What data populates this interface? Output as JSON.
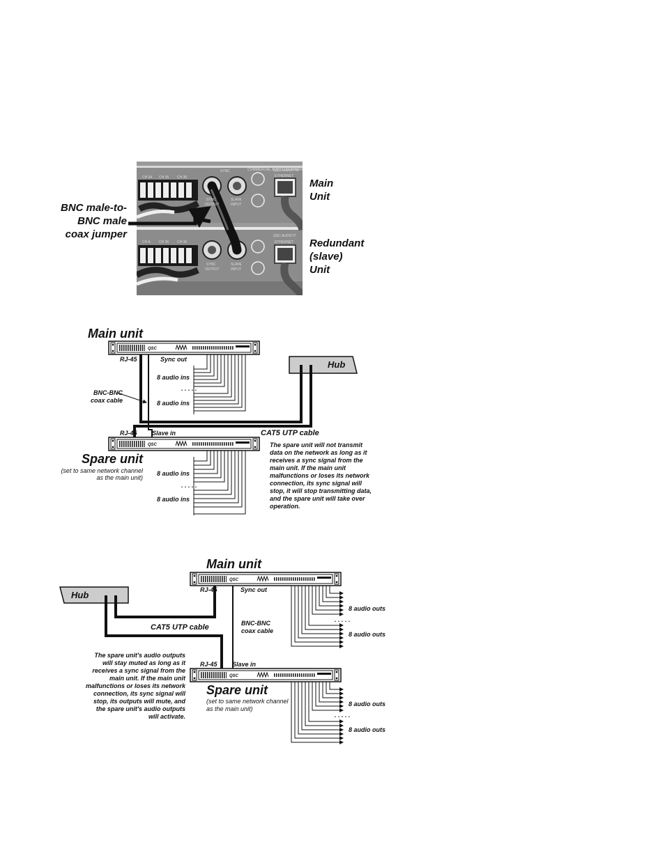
{
  "photo": {
    "callout_jumper": [
      "BNC male-to-",
      "BNC male",
      "coax jumper"
    ],
    "callout_main": [
      "Main",
      "Unit"
    ],
    "callout_redundant": [
      "Redundant",
      "(slave)",
      "Unit"
    ],
    "panel_top": {
      "sync": "SYNC",
      "sync_output": [
        "SYNC",
        "OUTPUT"
      ],
      "slave_input": [
        "SLAVE",
        "INPUT"
      ],
      "ethernet": "ETHERNET",
      "brand": "QSC AUDIO PR",
      "ch_labels": [
        "CH 34",
        "CH 35",
        "CH 36"
      ],
      "listed": "COMMERCIAL AUDIO EQUIPMENT"
    },
    "panel_bottom": {
      "sync_output": [
        "SYNC",
        "OUTPUT"
      ],
      "slave_input": [
        "SLAVE",
        "INPUT"
      ],
      "ethernet": "ETHERNET",
      "brand": "QSC AUDIO P",
      "ch_labels": [
        "CH A",
        "CH 35",
        "CH 36"
      ]
    }
  },
  "diagram_in": {
    "main_title": "Main unit",
    "spare_title": "Spare unit",
    "spare_sub": [
      "(set to same network channel",
      "as the main unit)"
    ],
    "hub": "Hub",
    "rj45_main": "RJ-45",
    "rj45_spare": "RJ-45",
    "sync_out": "Sync out",
    "slave_in": "Slave in",
    "bnc": [
      "BNC-BNC",
      "coax cable"
    ],
    "cat5": "CAT5 UTP cable",
    "audio_ins": "8 audio ins",
    "dots": ". . . . .",
    "note": [
      "The spare unit will not transmit",
      "data on the network as long as it",
      "receives a sync signal from the",
      "main unit. If the main unit",
      "malfunctions or loses its network",
      "connection, its sync signal will",
      "stop, it will stop transmitting data,",
      "and the spare unit will take over",
      "operation."
    ]
  },
  "diagram_out": {
    "main_title": "Main unit",
    "spare_title": "Spare unit",
    "spare_sub": [
      "(set to same network channel",
      "as the main unit)"
    ],
    "hub": "Hub",
    "rj45_main": "RJ-45",
    "rj45_spare": "RJ-45",
    "sync_out": "Sync out",
    "slave_in": "Slave in",
    "bnc": [
      "BNC-BNC",
      "coax cable"
    ],
    "cat5": "CAT5 UTP cable",
    "audio_outs": "8 audio outs",
    "dots": ". . . . .",
    "note": [
      "The spare unit's audio outputs",
      "will stay muted as long as it",
      "receives a sync signal from the",
      "main unit. If the main unit",
      "malfunctions or loses its network",
      "connection, its sync signal will",
      "stop, its outputs will mute, and",
      "the spare unit's audio outputs",
      "will activate."
    ]
  },
  "unit_logo": "QSC"
}
